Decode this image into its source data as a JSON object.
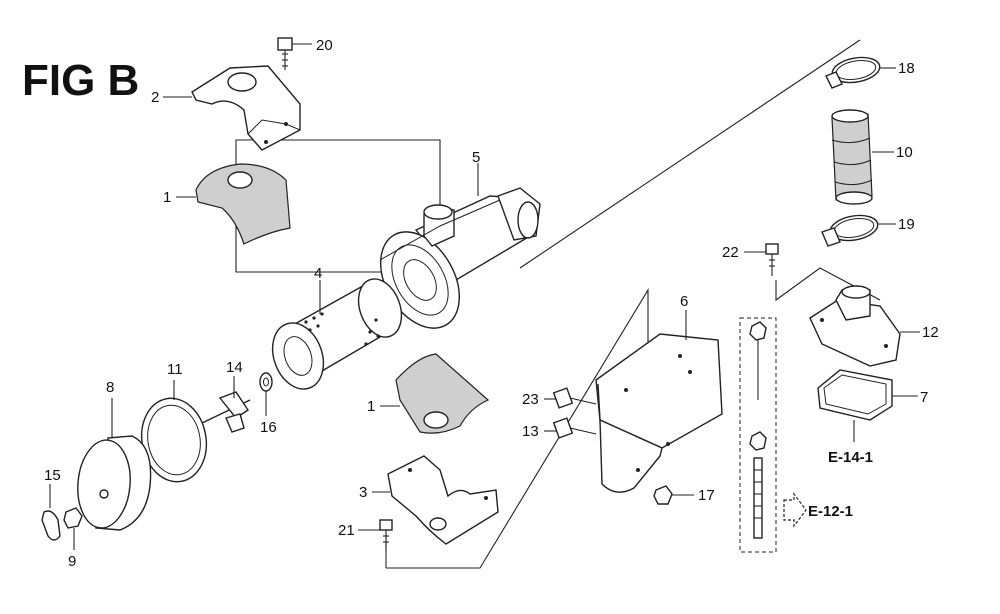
{
  "figure": {
    "title": "FIG B"
  },
  "callouts": {
    "p1a": "1",
    "p1b": "1",
    "p2": "2",
    "p3": "3",
    "p4": "4",
    "p5": "5",
    "p6": "6",
    "p7": "7",
    "p8": "8",
    "p9": "9",
    "p10": "10",
    "p11": "11",
    "p12": "12",
    "p13": "13",
    "p14": "14",
    "p15": "15",
    "p16": "16",
    "p17": "17",
    "p18": "18",
    "p19": "19",
    "p20": "20",
    "p21": "21",
    "p22": "22",
    "p23": "23"
  },
  "references": {
    "e14": "E-14-1",
    "e12": "E-12-1"
  }
}
